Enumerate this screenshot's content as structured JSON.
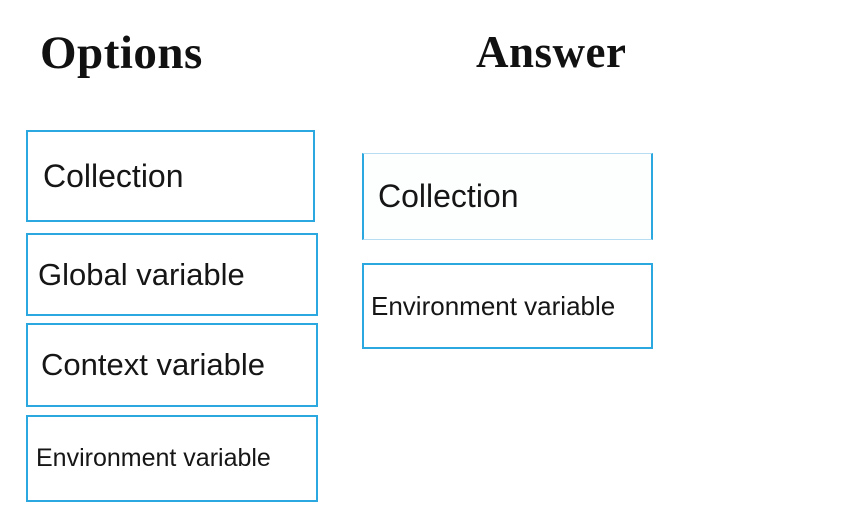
{
  "headings": {
    "options": "Options",
    "answer": "Answer"
  },
  "options": [
    {
      "label": "Collection"
    },
    {
      "label": "Global variable"
    },
    {
      "label": "Context variable"
    },
    {
      "label": "Environment variable"
    }
  ],
  "answers": [
    {
      "label": "Collection"
    },
    {
      "label": "Environment variable"
    }
  ],
  "colors": {
    "box_border": "#2ca8e0",
    "answer_box_top_bottom_border": "#b6ddf1",
    "text": "#161616",
    "background": "#ffffff"
  }
}
